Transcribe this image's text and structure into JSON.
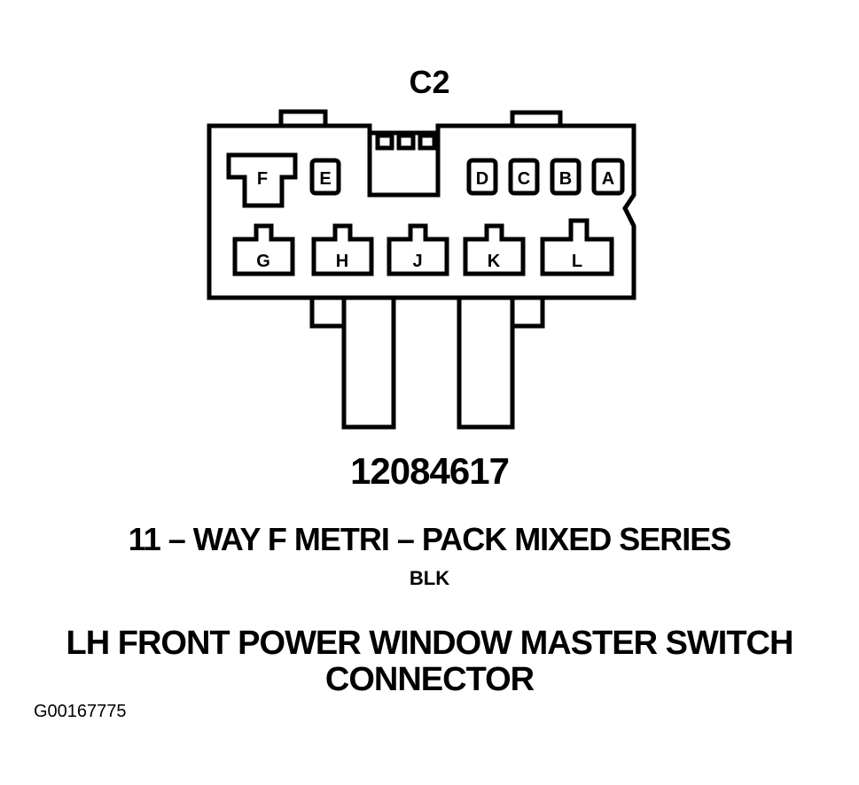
{
  "connector": {
    "id": "C2",
    "part_number": "12084617",
    "series": "11 – WAY F METRI – PACK MIXED SERIES",
    "color": "BLK",
    "title_line1": "LH FRONT POWER WINDOW MASTER SWITCH",
    "title_line2": "CONNECTOR",
    "figure_id": "G00167775",
    "top_row_pins": [
      "F",
      "E",
      "D",
      "C",
      "B",
      "A"
    ],
    "bottom_row_pins": [
      "G",
      "H",
      "J",
      "K",
      "L"
    ]
  }
}
